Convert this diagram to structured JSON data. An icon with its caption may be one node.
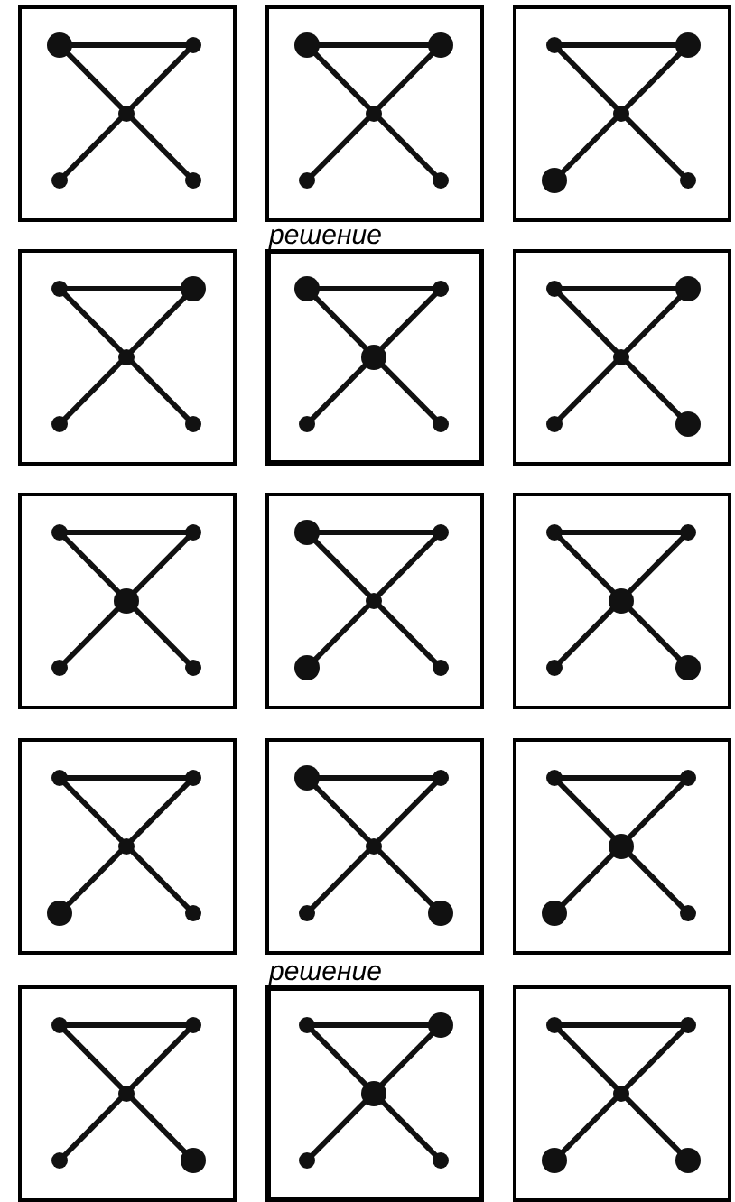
{
  "diagram": {
    "nodes": [
      {
        "text": [],
        "shape": "box"
      },
      {
        "text": [],
        "shape": "box"
      },
      {
        "text": [],
        "shape": "box"
      },
      {
        "text": [],
        "shape": "box"
      },
      {
        "text": [],
        "shape": "box",
        "beside": [
          "решение"
        ]
      },
      {
        "text": [],
        "shape": "box"
      },
      {
        "text": [],
        "shape": "box"
      },
      {
        "text": [],
        "shape": "box"
      },
      {
        "text": [],
        "shape": "box"
      },
      {
        "text": [],
        "shape": "box"
      },
      {
        "text": [],
        "shape": "box"
      },
      {
        "text": [],
        "shape": "box"
      },
      {
        "text": [],
        "shape": "box"
      },
      {
        "text": [],
        "shape": "box",
        "beside": [
          "решение"
        ]
      },
      {
        "text": [],
        "shape": "box"
      }
    ]
  }
}
